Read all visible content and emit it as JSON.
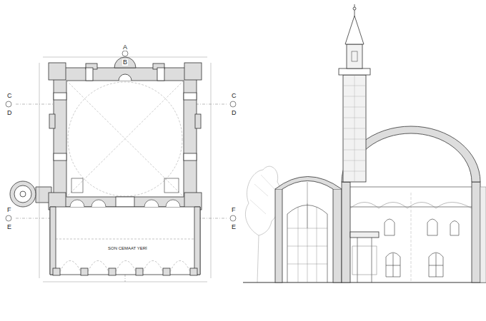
{
  "diagram": {
    "labels": [
      "A",
      "B",
      "C",
      "D",
      "C",
      "D",
      "F",
      "E",
      "F",
      "E",
      "SON CEMAAT YERİ"
    ]
  }
}
